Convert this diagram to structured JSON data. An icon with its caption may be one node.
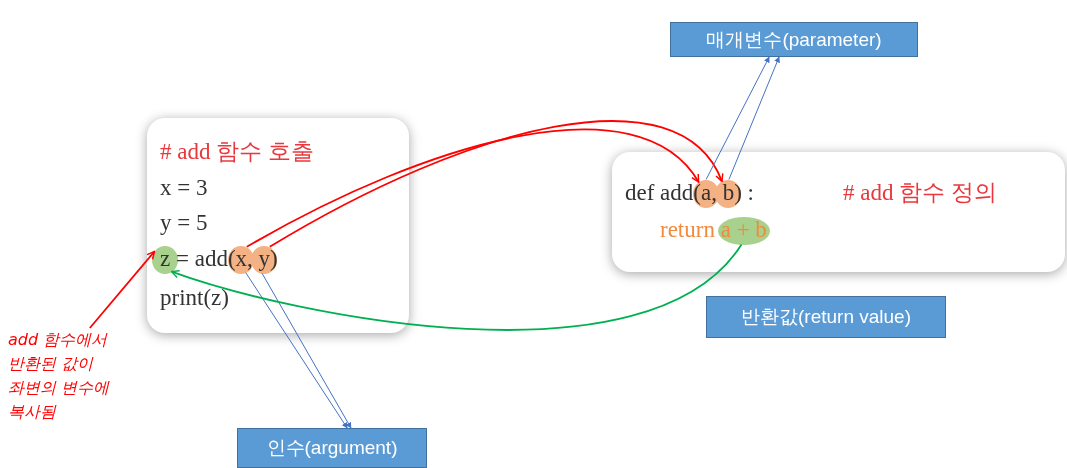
{
  "diagram": {
    "nodes": [
      {
        "text": [
          "# add 함수 호출",
          "x = 3",
          "y = 5",
          "z = add(x, y)",
          "print(z)"
        ]
      },
      {
        "text": [],
        "shape": "ellipse",
        "in": 0
      },
      {
        "text": [],
        "shape": "ellipse",
        "in": 0
      },
      {
        "text": [],
        "shape": "ellipse",
        "in": 0
      },
      {
        "text": [
          "def add(a, b) :",
          "# add 함수 정의",
          "return a + b"
        ]
      },
      {
        "text": [],
        "shape": "ellipse",
        "in": 4
      },
      {
        "text": [],
        "shape": "ellipse",
        "in": 4
      },
      {
        "text": [],
        "shape": "ellipse",
        "in": 4
      },
      {
        "text": [
          "매개변수(parameter)"
        ]
      },
      {
        "text": [
          "인수(argument)"
        ]
      },
      {
        "text": [
          "반환값(return value)"
        ]
      },
      {
        "text": [
          "add 함수에서 반환된 값이 좌변의 변수에 복사됨"
        ]
      }
    ],
    "edges": [
      {
        "from": 2,
        "to": 5,
        "arrow": "to",
        "color": "#ff0000"
      },
      {
        "from": 3,
        "to": 6,
        "arrow": "to",
        "color": "#ff0000"
      },
      {
        "from": 5,
        "to": 8,
        "arrow": "to"
      },
      {
        "from": 6,
        "to": 8,
        "arrow": "to"
      },
      {
        "from": 2,
        "to": 9,
        "arrow": "to"
      },
      {
        "from": 3,
        "to": 9,
        "arrow": "to"
      },
      {
        "from": 7,
        "to": 1,
        "arrow": "to",
        "color": "#00b050"
      },
      {
        "from": 11,
        "to": 1,
        "arrow": "to",
        "color": "#ff0000"
      }
    ]
  }
}
